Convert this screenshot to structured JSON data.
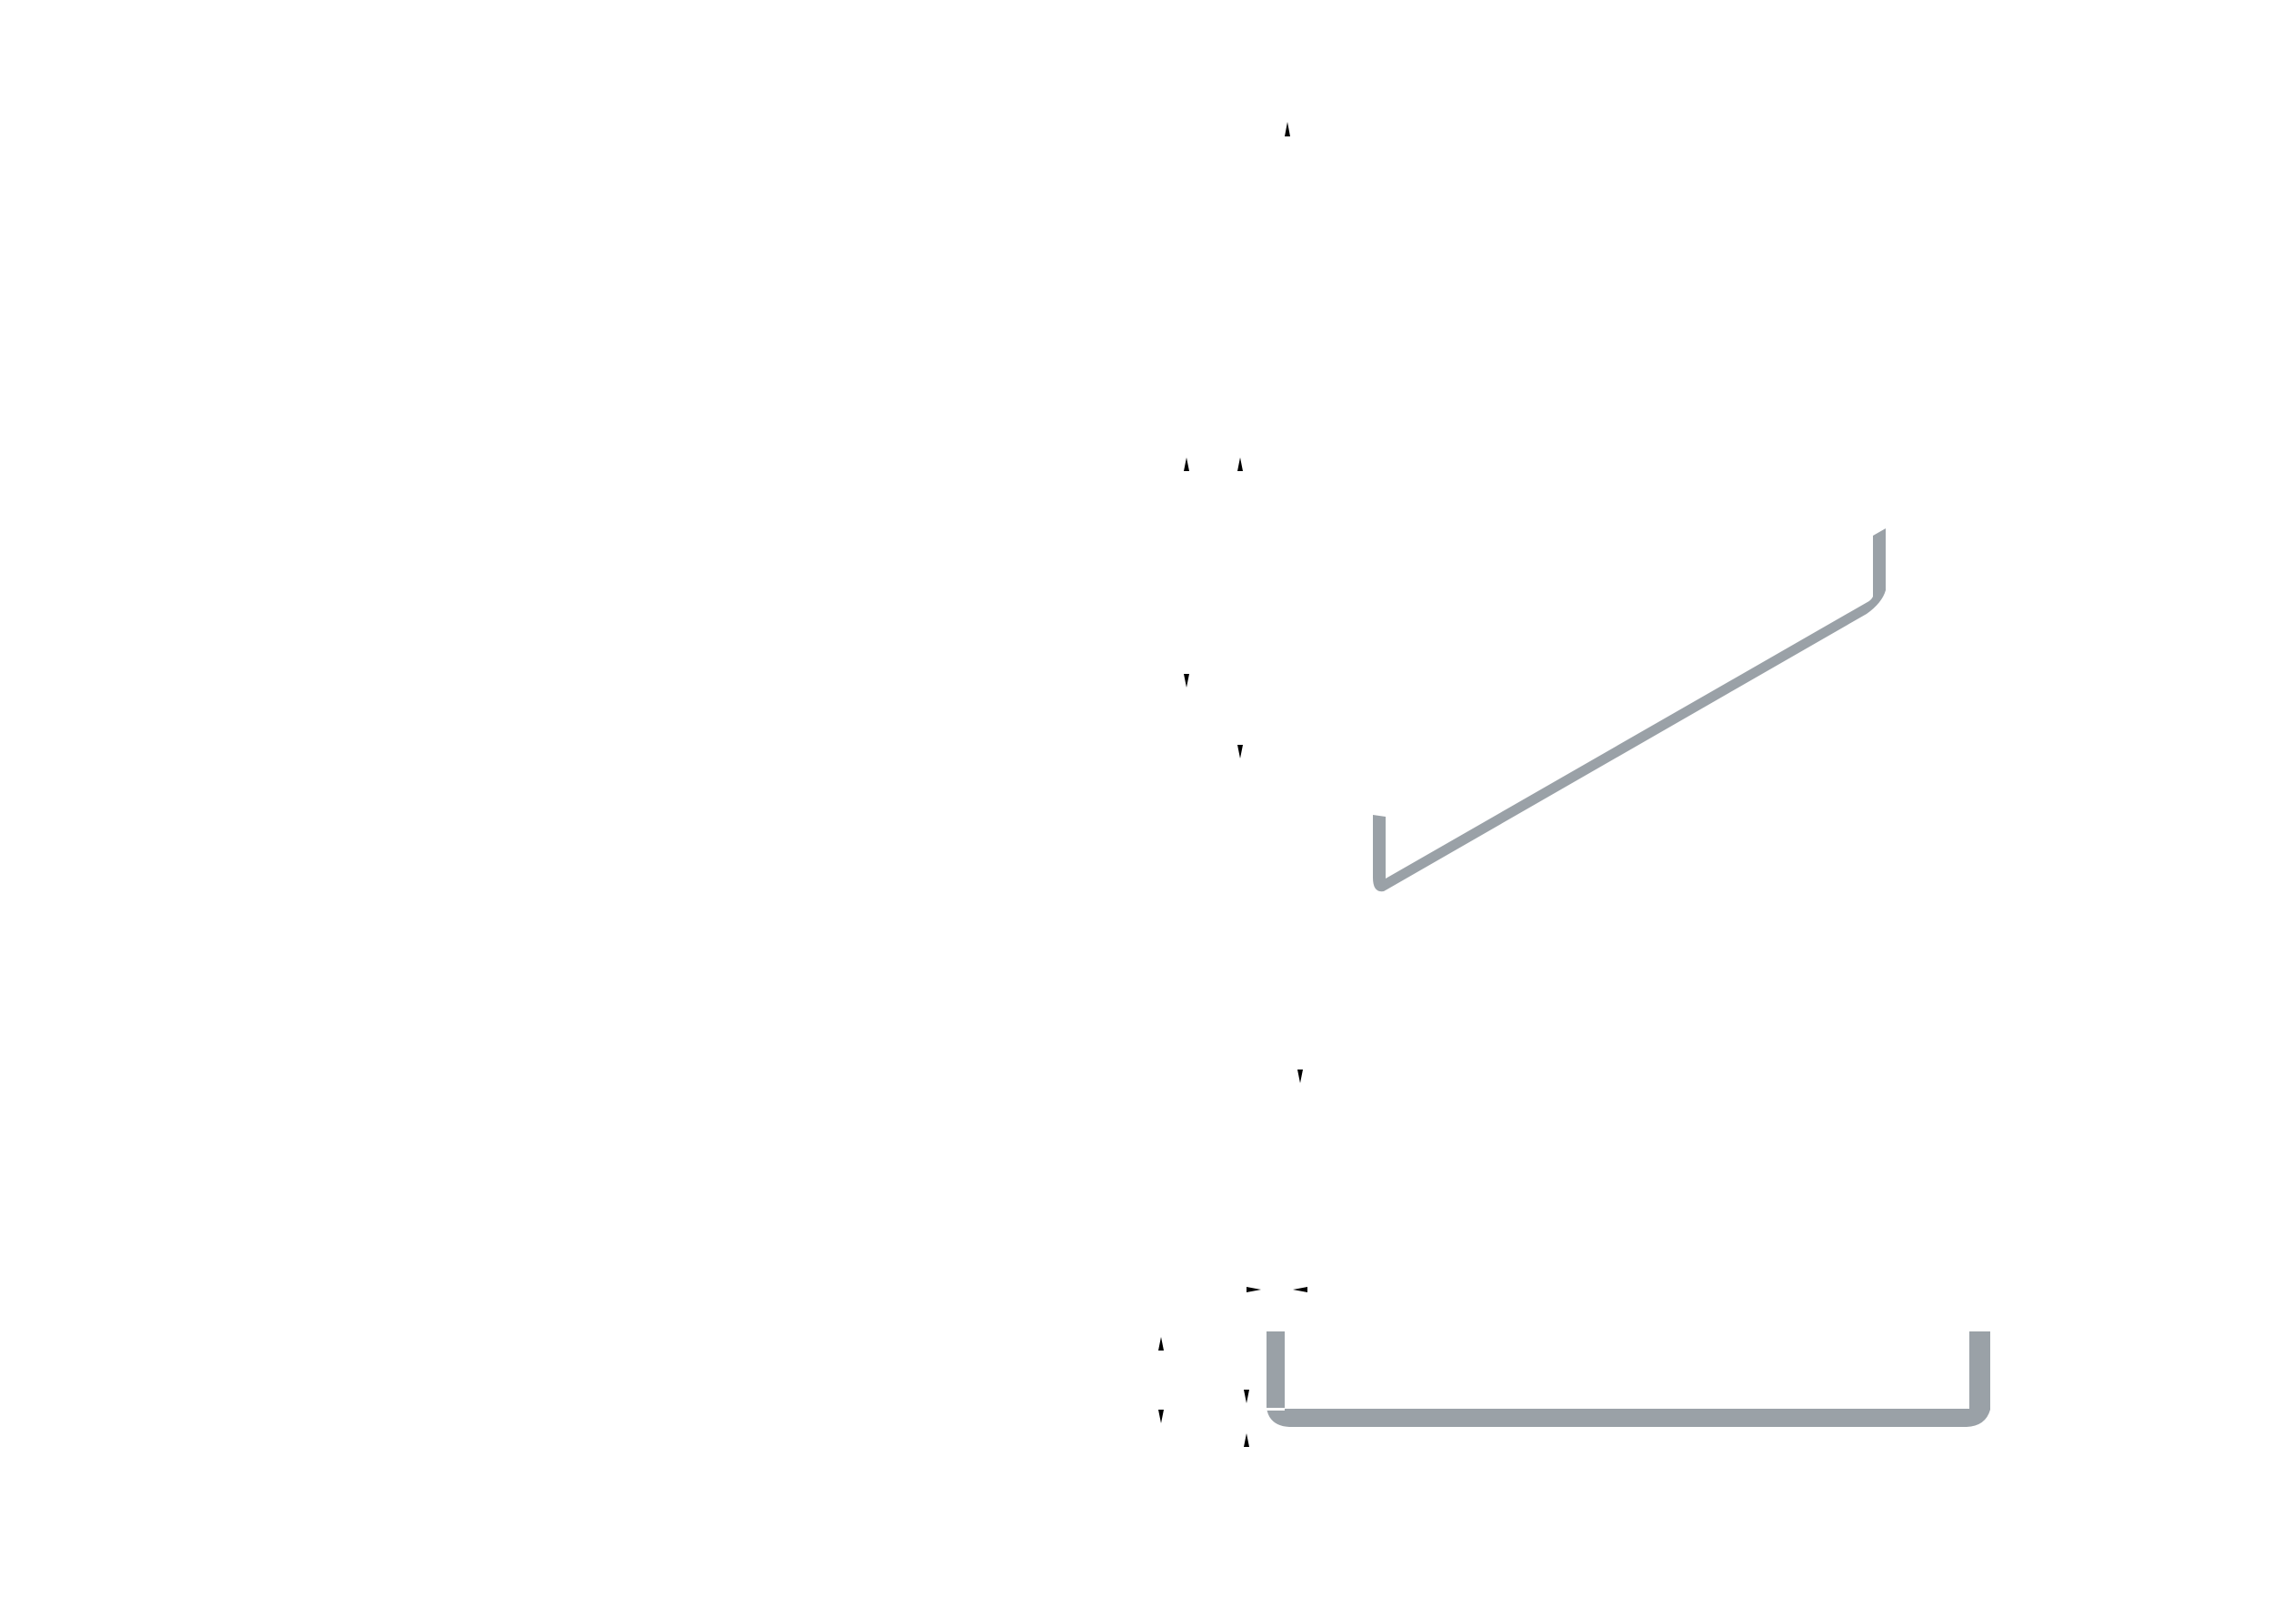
{
  "drawing": {
    "background_color": "#ffffff",
    "part_color": "#9aa1a7",
    "arrow_color": "#000000",
    "parts": [
      {
        "name": "angled-bracket-part"
      },
      {
        "name": "u-channel-part"
      }
    ],
    "dimension_arrow_count": 14
  }
}
